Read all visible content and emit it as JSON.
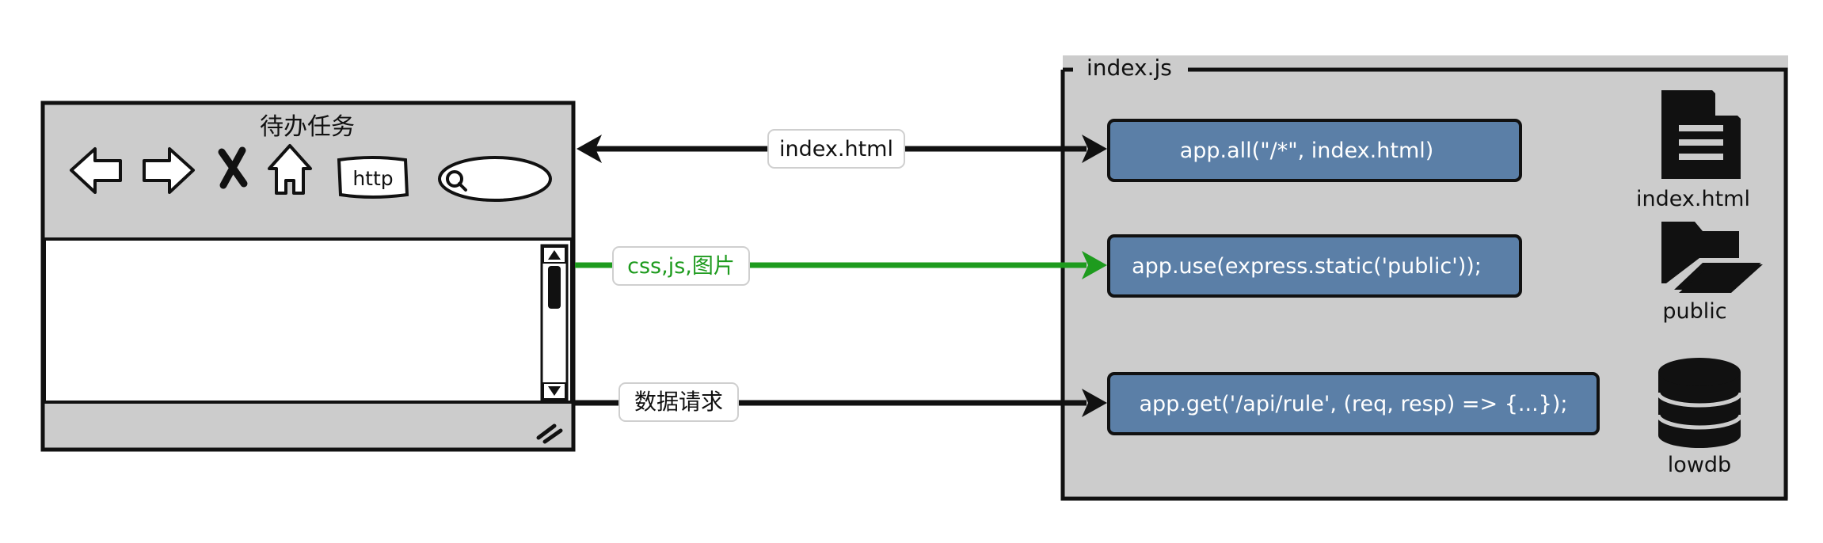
{
  "browser": {
    "title": "待办任务",
    "url_button": "http"
  },
  "arrows": {
    "html_label": "index.html",
    "static_label": "css,js,图片",
    "api_label": "数据请求"
  },
  "server": {
    "title": "index.js",
    "routes": {
      "all": "app.all(\"/*\", index.html)",
      "static": "app.use(express.static('public'));",
      "api": "app.get('/api/rule', (req, resp) => {...});"
    },
    "resources": {
      "file": "index.html",
      "folder": "public",
      "db": "lowdb"
    }
  },
  "colors": {
    "box_fill": "#cccccc",
    "route_fill": "#5b7fa7",
    "static_arrow": "#1e9b1e",
    "stroke": "#111111"
  }
}
